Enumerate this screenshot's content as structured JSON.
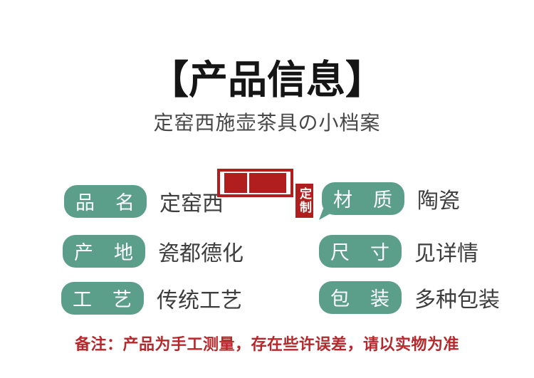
{
  "header": {
    "title": "【产品信息】",
    "subtitle": "定窑西施壶茶具の小档案"
  },
  "specs": {
    "left": [
      {
        "label": "品　名",
        "value": "定窑西"
      },
      {
        "label": "产　地",
        "value": "瓷都德化"
      },
      {
        "label": "工　艺",
        "value": "传统工艺"
      }
    ],
    "right": [
      {
        "label": "材　质",
        "value": "陶瓷"
      },
      {
        "label": "尺　寸",
        "value": "见详情"
      },
      {
        "label": "包　装",
        "value": "多种包装"
      }
    ]
  },
  "stamp": {
    "vertical_text": "定制"
  },
  "note": "备注：产品为手工测量，存在些许误差，请以实物为准",
  "colors": {
    "button_green": "#5b9e89",
    "stamp_red": "#b01e1e",
    "note_red": "#b5282b",
    "text_dark": "#3d3d3d",
    "title_black": "#151515"
  }
}
